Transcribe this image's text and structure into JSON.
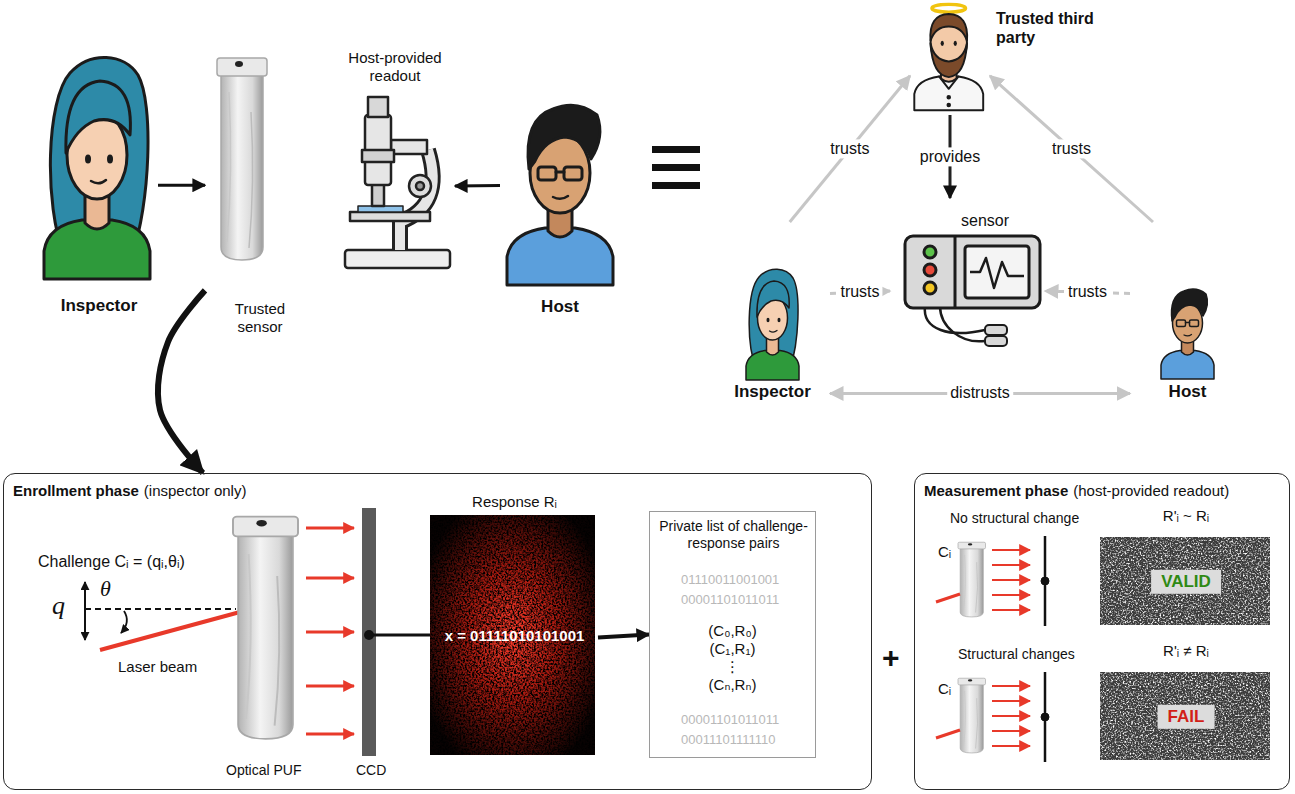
{
  "diagram": {
    "nodes": [
      {
        "text": [
          "Inspector"
        ]
      },
      {
        "text": [
          "Trusted sensor"
        ]
      },
      {
        "text": [
          "Host-provided readout"
        ]
      },
      {
        "text": [
          "Host"
        ]
      },
      {
        "text": [
          "Trusted third party"
        ]
      },
      {
        "text": [
          "sensor"
        ]
      },
      {
        "text": [
          "Inspector"
        ]
      },
      {
        "text": [
          "Host"
        ]
      },
      {
        "text": [
          "Enrollment phase",
          "(inspector only)"
        ]
      },
      {
        "text": [
          "Response Rᵢ",
          "x = 01111010101001"
        ],
        "in": 8
      },
      {
        "text": [
          "Private list of challenge-response pairs",
          "(C₀,R₀)",
          "(C₁,R₁)",
          "⋮",
          "(Cₙ,Rₙ)"
        ],
        "in": 8
      },
      {
        "text": [
          "Measurement phase",
          "(host-provided readout)"
        ]
      },
      {
        "text": [
          "R'ᵢ ~ Rᵢ",
          "VALID"
        ],
        "in": 11
      },
      {
        "text": [
          "R'ᵢ ≠ Rᵢ",
          "FAIL"
        ],
        "in": 11
      }
    ],
    "edges": [
      {
        "from": 0,
        "to": 1,
        "arrow": "to"
      },
      {
        "from": 3,
        "to": 2,
        "arrow": "to"
      },
      {
        "from": 1,
        "to": 8,
        "arrow": "to"
      },
      {
        "from": 6,
        "to": 4,
        "label": "trusts",
        "arrow": "to"
      },
      {
        "from": 7,
        "to": 4,
        "label": "trusts",
        "arrow": "to"
      },
      {
        "from": 4,
        "to": 5,
        "label": "provides",
        "arrow": "to"
      },
      {
        "from": 6,
        "to": 5,
        "label": "trusts",
        "arrow": "to"
      },
      {
        "from": 7,
        "to": 5,
        "label": "trusts",
        "arrow": "to"
      },
      {
        "from": 6,
        "to": 7,
        "label": "distrusts",
        "arrow": "both"
      },
      {
        "from": 9,
        "to": 10,
        "arrow": "to"
      }
    ],
    "labels": [
      "Challenge Cᵢ = (qᵢ,θᵢ)",
      "q",
      "θ",
      "Laser beam",
      "Optical PUF",
      "CCD",
      "01110011001001",
      "00001101011011",
      "00001101011011",
      "00011101111110",
      "+",
      "No structural change",
      "Cᵢ",
      "Structural changes",
      "Cᵢ"
    ]
  }
}
